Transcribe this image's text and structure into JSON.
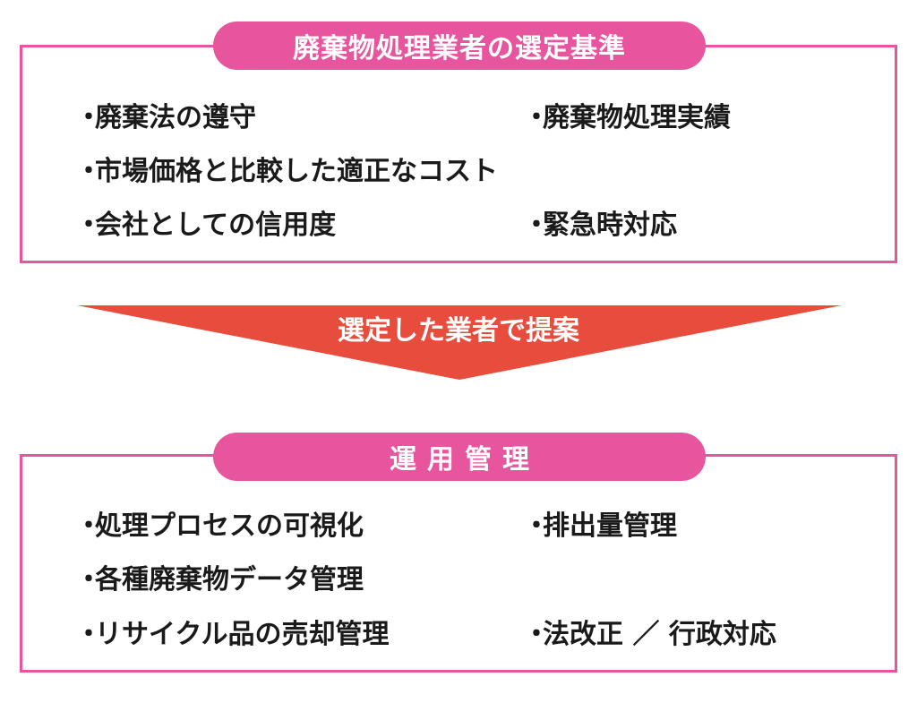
{
  "colors": {
    "accent_pink": "#e6559d",
    "arrow_red": "#e74c3c"
  },
  "section1": {
    "title": "廃棄物処理業者の選定基準",
    "items": [
      "廃棄法の遵守",
      "廃棄物処理実績",
      "市場価格と比較した適正なコスト",
      "会社としての信用度",
      "緊急時対応"
    ]
  },
  "arrow": {
    "label": "選定した業者で提案"
  },
  "section2": {
    "title": "運用管理",
    "items": [
      "処理プロセスの可視化",
      "排出量管理",
      "各種廃棄物データ管理",
      "リサイクル品の売却管理",
      "法改正 ／ 行政対応"
    ]
  }
}
